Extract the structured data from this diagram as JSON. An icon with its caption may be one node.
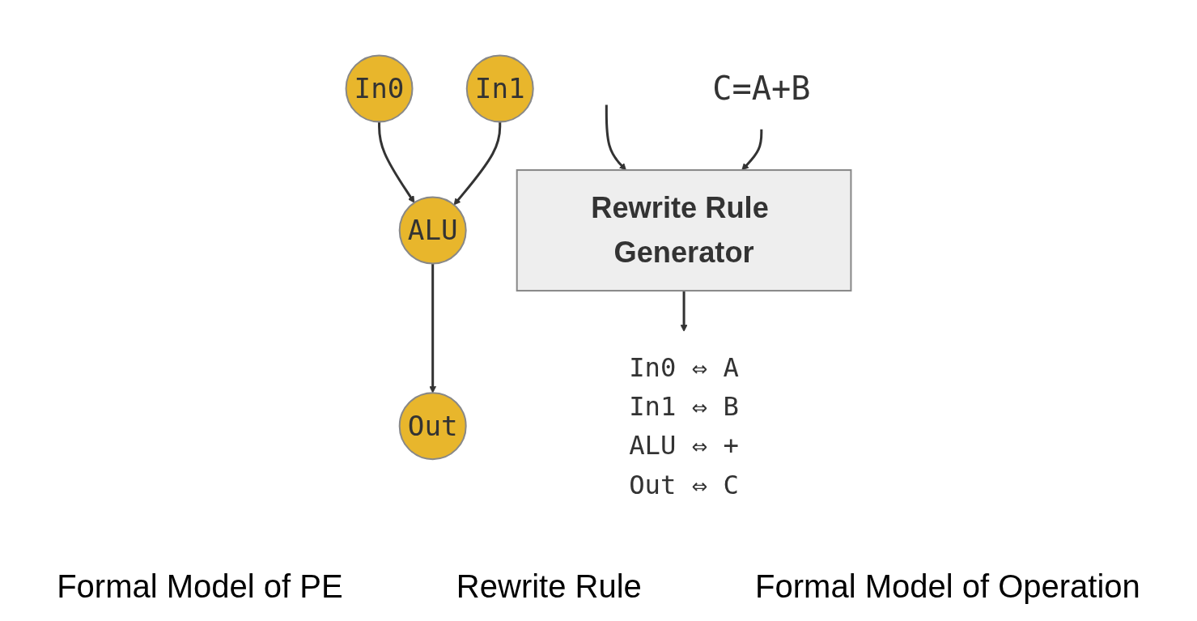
{
  "diagram": {
    "nodes": [
      {
        "text": [
          "In0"
        ]
      },
      {
        "text": [
          "In1"
        ]
      },
      {
        "text": [
          "ALU"
        ]
      },
      {
        "text": [
          "Out"
        ]
      },
      {
        "text": [
          "Rewrite Rule Generator"
        ]
      },
      {
        "text": [
          "C=A+B"
        ]
      },
      {
        "text": [
          "In0 ⇔ A",
          "In1 ⇔ B",
          "ALU ⇔ +",
          "Out ⇔ C"
        ]
      }
    ],
    "edges": [
      {
        "from": 0,
        "to": 2,
        "arrow": "to"
      },
      {
        "from": 1,
        "to": 2,
        "arrow": "to"
      },
      {
        "from": 2,
        "to": 3,
        "arrow": "to"
      },
      {
        "from": null,
        "to": 4,
        "arrow": "to"
      },
      {
        "from": 5,
        "to": 4,
        "arrow": "to"
      },
      {
        "from": 4,
        "to": 6,
        "arrow": "to"
      }
    ],
    "labels": [
      "Formal Model of PE",
      "Rewrite Rule",
      "Formal Model of Operation"
    ]
  }
}
